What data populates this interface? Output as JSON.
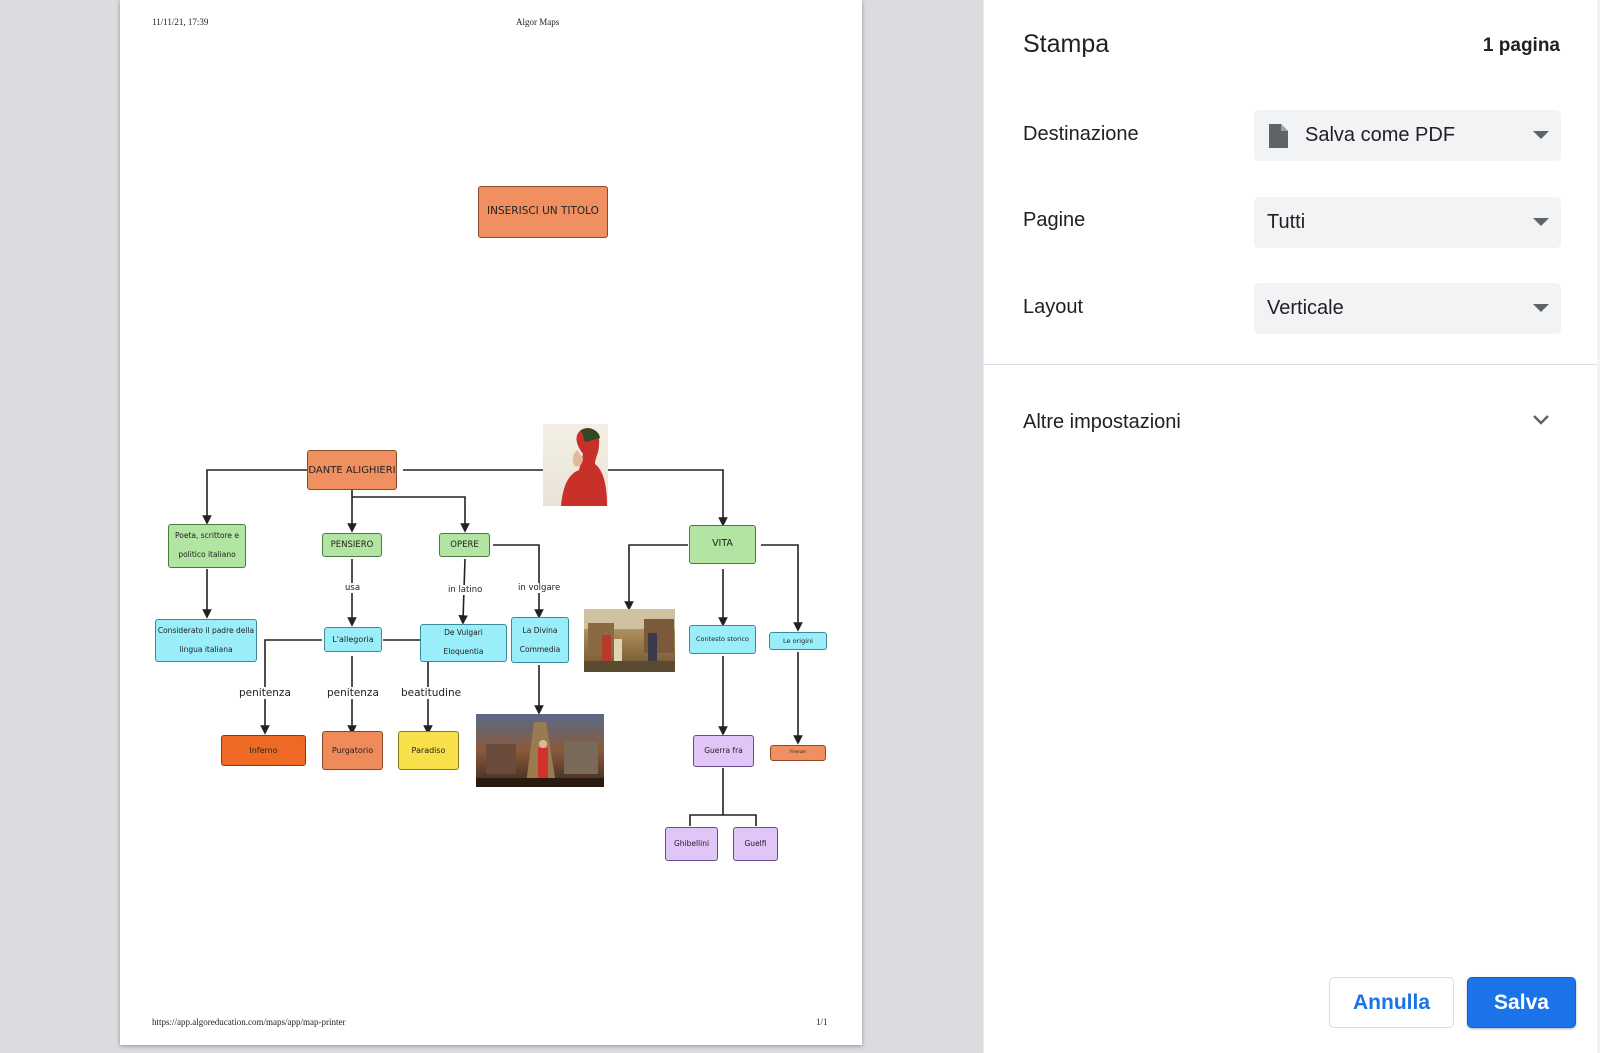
{
  "preview": {
    "header_datetime": "11/11/21, 17:39",
    "header_title": "Algor Maps",
    "footer_url": "https://app.algoreducation.com/maps/app/map-printer",
    "footer_page": "1/1"
  },
  "map": {
    "title": "INSERISCI UN TITOLO",
    "root": "DANTE ALIGHIERI",
    "poeta_line1": "Poeta, scrittore e",
    "poeta_line2": "politico italiano",
    "pensiero": "PENSIERO",
    "opere": "OPERE",
    "vita": "VITA",
    "padre_line1": "Considerato il padre della",
    "padre_line2": "lingua italiana",
    "allegoria": "L'allegoria",
    "volgari_line1": "De Vulgari",
    "volgari_line2": "Eloquentia",
    "divina_line1": "La Divina",
    "divina_line2": "Commedia",
    "contesto": "Contesto storico",
    "origini": "Le origini",
    "inferno": "Inferno",
    "purgatorio": "Purgatorio",
    "paradiso": "Paradiso",
    "guerra": "Guerra fra",
    "firenze": "Firenze",
    "ghibellini": "Ghibellini",
    "guelfi": "Guelfi",
    "lbl_usa": "usa",
    "lbl_latino": "in latino",
    "lbl_volgare": "in volgare",
    "lbl_penitenza1": "penitenza",
    "lbl_penitenza2": "penitenza",
    "lbl_beatitudine": "beatitudine"
  },
  "panel": {
    "title": "Stampa",
    "page_count": "1 pagina",
    "destination_label": "Destinazione",
    "destination_value": "Salva come PDF",
    "pages_label": "Pagine",
    "pages_value": "Tutti",
    "layout_label": "Layout",
    "layout_value": "Verticale",
    "more_settings": "Altre impostazioni",
    "cancel": "Annulla",
    "save": "Salva",
    "accent_color": "#1a73e8"
  }
}
